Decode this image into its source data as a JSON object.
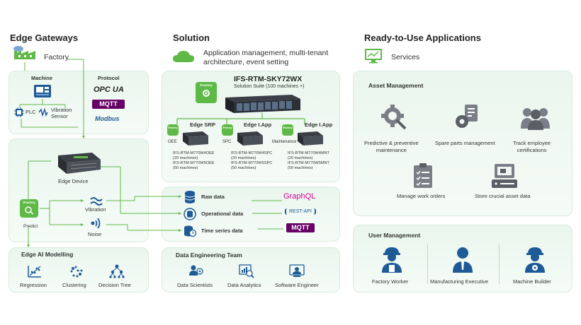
{
  "columns": {
    "edge_title": "Edge Gateways",
    "solution_title": "Solution",
    "apps_title": "Ready-to-Use Applications"
  },
  "edge": {
    "factory_label": "Factory",
    "machine_title": "Machine",
    "protocol_title": "Protocol",
    "plc_label": "PLC",
    "vibration_sensor_label": "Vibration\nSensor",
    "protocols": [
      "OPC UA",
      "MQTT",
      "Modbus"
    ],
    "edge_device_label": "Edge Device",
    "predict_label": "Predict",
    "vibration_label": "Vibration",
    "noise_label": "Noise",
    "badge_text": "iFactory",
    "ai_title": "Edge AI Modelling",
    "ai_items": [
      "Regression",
      "Clustering",
      "Decision Tree"
    ]
  },
  "solution": {
    "desc": "Application management, multi-tenant architecture, event setting",
    "server_name": "IFS-RTM-SKY72WX",
    "server_sub": "Solution Suite (100 machines +)",
    "lab_badge": "iFactory LAB",
    "edge_srp": "Edge SRP",
    "edge_iapp1": "Edge I.App",
    "edge_iapp2": "Edge I.App",
    "oee": "OEE",
    "spc": "SPC",
    "maintenance": "Maintenance",
    "models_a": [
      "IFS-RTM-M770W4OEE",
      "(20 machines)",
      "IFS-RTM-M770W5OEE",
      "(50 machines)"
    ],
    "models_b": [
      "IFS-RTM-M770W4SPC",
      "(20 machines)",
      "IFS-RTM-M770W5SPC",
      "(50 machines)"
    ],
    "models_c": [
      "IFS-RTM-M770W4MNT",
      "(20 machines)",
      "IFS-RTM-M770W5MNT",
      "(50 machines)"
    ],
    "data_items": [
      "Raw data",
      "Operational data",
      "Time series data"
    ],
    "api_logos": [
      "GraphQL",
      "REST-API",
      "MQTT"
    ],
    "team_title": "Data Engineering Team",
    "team_items": [
      "Data Scientists",
      "Data Analytics",
      "Software Engineer"
    ]
  },
  "apps": {
    "services_label": "Services",
    "asset_title": "Asset Management",
    "asset_items": [
      "Predictive & preventive\nmaintenance",
      "Spare parts management",
      "Track employee\ncertifications",
      "Manage work orders",
      "Store crucial asset data"
    ],
    "user_title": "User Management",
    "user_items": [
      "Factory Worker",
      "Manufacturing Executive",
      "Machine Builder"
    ]
  },
  "colors": {
    "green": "#5fb947",
    "blue": "#1e5a96",
    "panel": "#eaf6ee",
    "graphql": "#e10098",
    "mqtt": "#660066"
  }
}
